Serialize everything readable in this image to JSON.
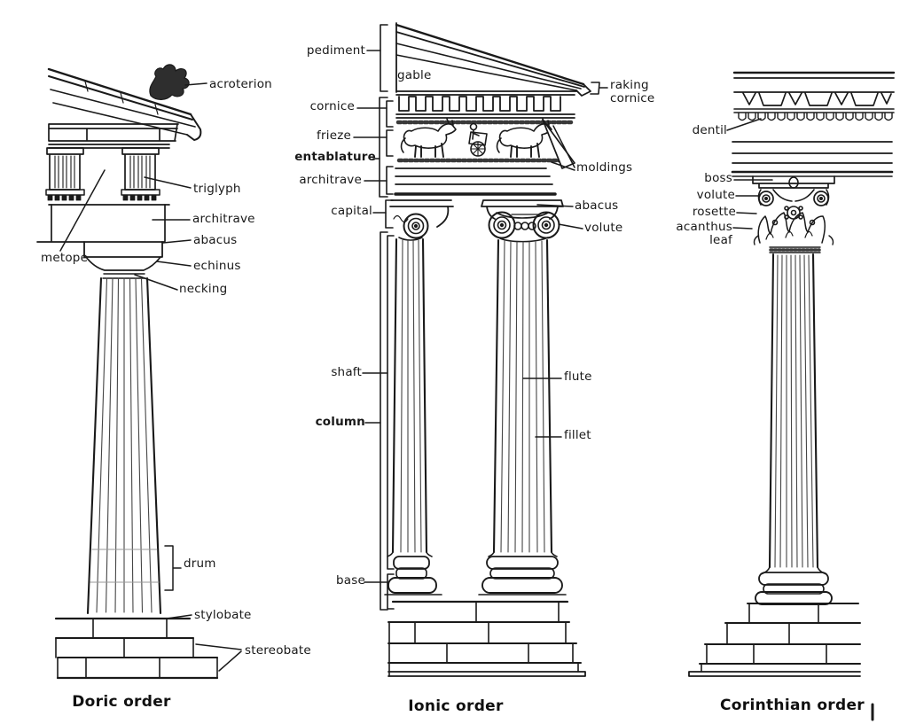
{
  "colors": {
    "ink": "#1a1a1a",
    "paper": "#ffffff"
  },
  "orders": {
    "doric": {
      "title": "Doric order",
      "labels": {
        "acroterion": "acroterion",
        "triglyph": "triglyph",
        "architrave": "architrave",
        "abacus": "abacus",
        "metope": "metope",
        "echinus": "echinus",
        "necking": "necking",
        "drum": "drum",
        "stylobate": "stylobate",
        "stereobate": "stereobate"
      }
    },
    "ionic": {
      "title": "Ionic order",
      "labels": {
        "pediment": "pediment",
        "gable": "gable",
        "raking_cornice": "raking cornice",
        "cornice": "cornice",
        "frieze": "frieze",
        "entablature": "entablature",
        "architrave": "architrave",
        "moldings": "moldings",
        "capital": "capital",
        "abacus": "abacus",
        "volute": "volute",
        "shaft": "shaft",
        "column": "column",
        "flute": "flute",
        "fillet": "fillet",
        "base": "base"
      }
    },
    "corinthian": {
      "title": "Corinthian order",
      "labels": {
        "dentil": "dentil",
        "boss": "boss",
        "volute": "volute",
        "rosette": "rosette",
        "acanthus_leaf": "acanthus leaf"
      }
    }
  }
}
